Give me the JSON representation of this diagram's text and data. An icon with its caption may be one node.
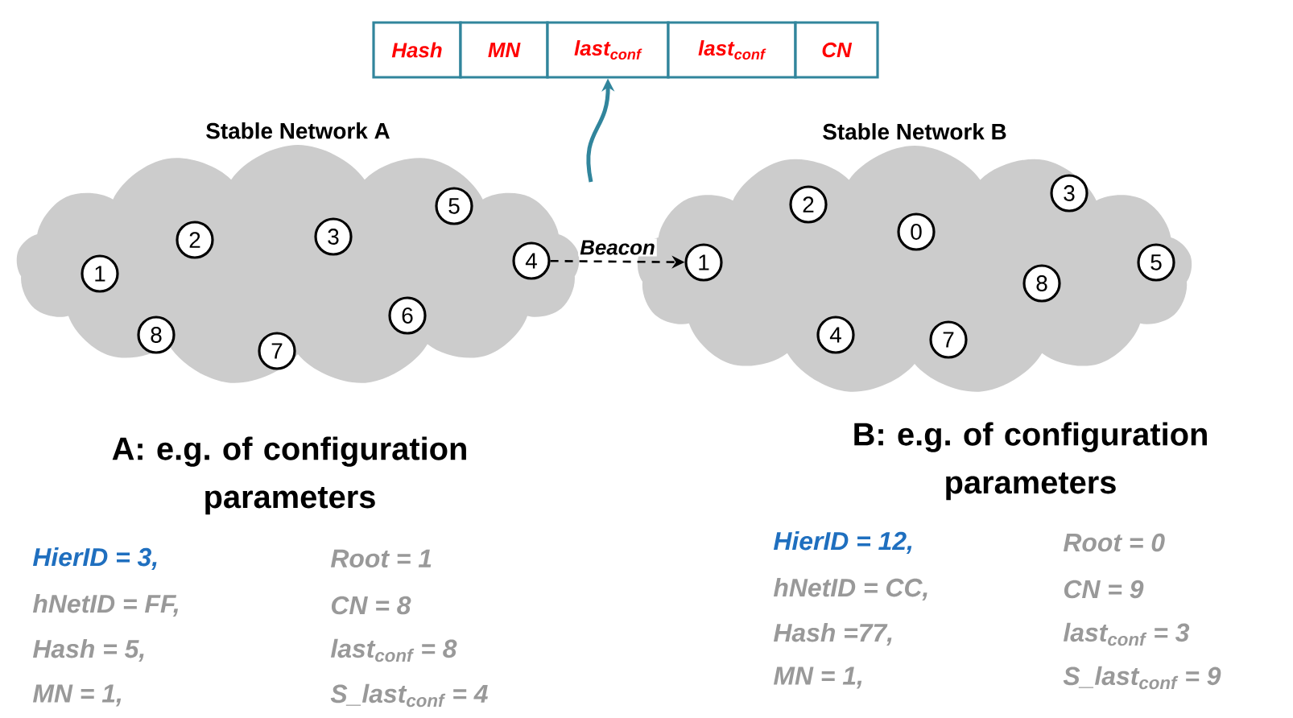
{
  "diagram": {
    "nodes": [
      {
        "text": [
          "Hash"
        ]
      },
      {
        "text": [
          "MN"
        ]
      },
      {
        "text": [
          "last$_{conf}$"
        ]
      },
      {
        "text": [
          "last$_{conf}$"
        ]
      },
      {
        "text": [
          "CN"
        ]
      },
      {
        "text": [
          "Stable Network A"
        ]
      },
      {
        "text": [
          "1"
        ],
        "in": 5
      },
      {
        "text": [
          "2"
        ],
        "in": 5
      },
      {
        "text": [
          "3"
        ],
        "in": 5
      },
      {
        "text": [
          "4"
        ],
        "in": 5
      },
      {
        "text": [
          "5"
        ],
        "in": 5
      },
      {
        "text": [
          "6"
        ],
        "in": 5
      },
      {
        "text": [
          "7"
        ],
        "in": 5
      },
      {
        "text": [
          "8"
        ],
        "in": 5
      },
      {
        "text": [
          "Stable Network B"
        ]
      },
      {
        "text": [
          "1"
        ],
        "in": 14
      },
      {
        "text": [
          "2"
        ],
        "in": 14
      },
      {
        "text": [
          "0"
        ],
        "in": 14
      },
      {
        "text": [
          "3"
        ],
        "in": 14
      },
      {
        "text": [
          "4"
        ],
        "in": 14
      },
      {
        "text": [
          "5"
        ],
        "in": 14
      },
      {
        "text": [
          "7"
        ],
        "in": 14
      },
      {
        "text": [
          "8"
        ],
        "in": 14
      }
    ],
    "edges": [
      {
        "from": 9,
        "to": 15,
        "arrow": "to",
        "style": "dashed",
        "label": "Beacon"
      },
      {
        "from": null,
        "to": 2,
        "arrow": "to",
        "color": "#31859c"
      }
    ],
    "labels": [
      "A: e.g. of configuration parameters",
      "HierID = 3,",
      "Root = 1",
      "hNetID = FF,",
      "CN = 8",
      "Hash = 5,",
      "last$_{conf}$ = 8",
      "MN = 1,",
      "S_last$_{conf}$ = 4",
      "B: e.g. of configuration parameters",
      "HierID = 12,",
      "Root = 0",
      "hNetID = CC,",
      "CN = 9",
      "Hash =77,",
      "last$_{conf}$ = 3",
      "MN = 1,",
      "S_last$_{conf}$ = 9"
    ]
  }
}
